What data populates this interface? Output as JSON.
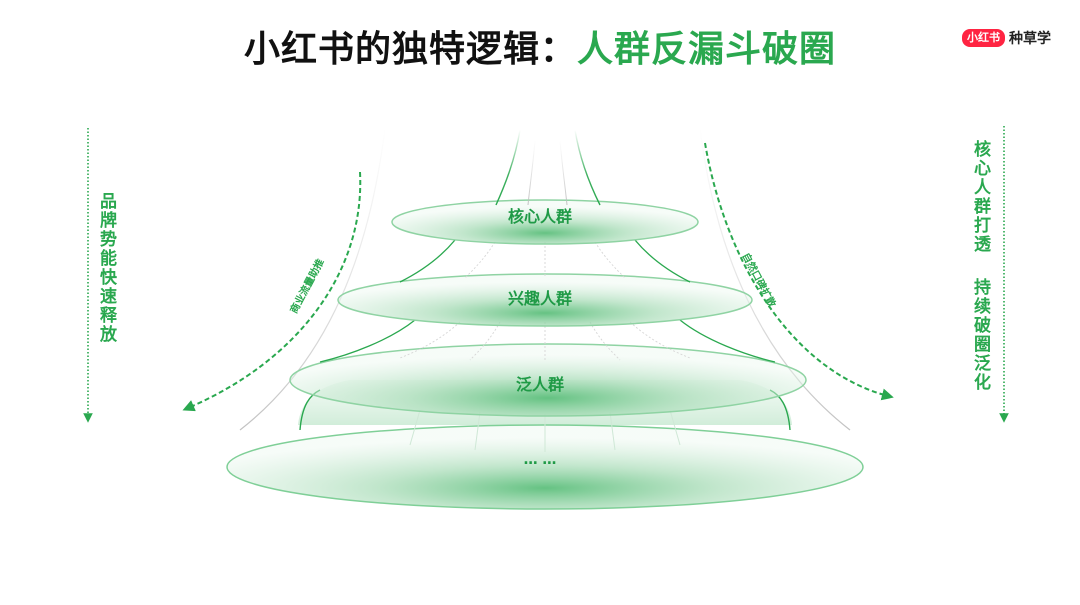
{
  "title": {
    "prefix": "小红书的独特逻辑：",
    "highlight": "人群反漏斗破圈"
  },
  "brand": {
    "badge": "小红书",
    "name": "种草学"
  },
  "colors": {
    "accent_green": "#2aa84f",
    "brand_red": "#ff2442",
    "title_black": "#111111"
  },
  "left_axis": {
    "label": "品牌势能快速释放",
    "direction": "down"
  },
  "right_axis": {
    "label_1": "核心人群打透",
    "label_2": "持续破圈泛化",
    "direction": "down"
  },
  "curves": {
    "left": "商业流量助推",
    "right": "自然口碑扩散"
  },
  "rings": [
    {
      "label": "核心人群"
    },
    {
      "label": "兴趣人群"
    },
    {
      "label": "泛人群"
    },
    {
      "label": "… …"
    }
  ]
}
